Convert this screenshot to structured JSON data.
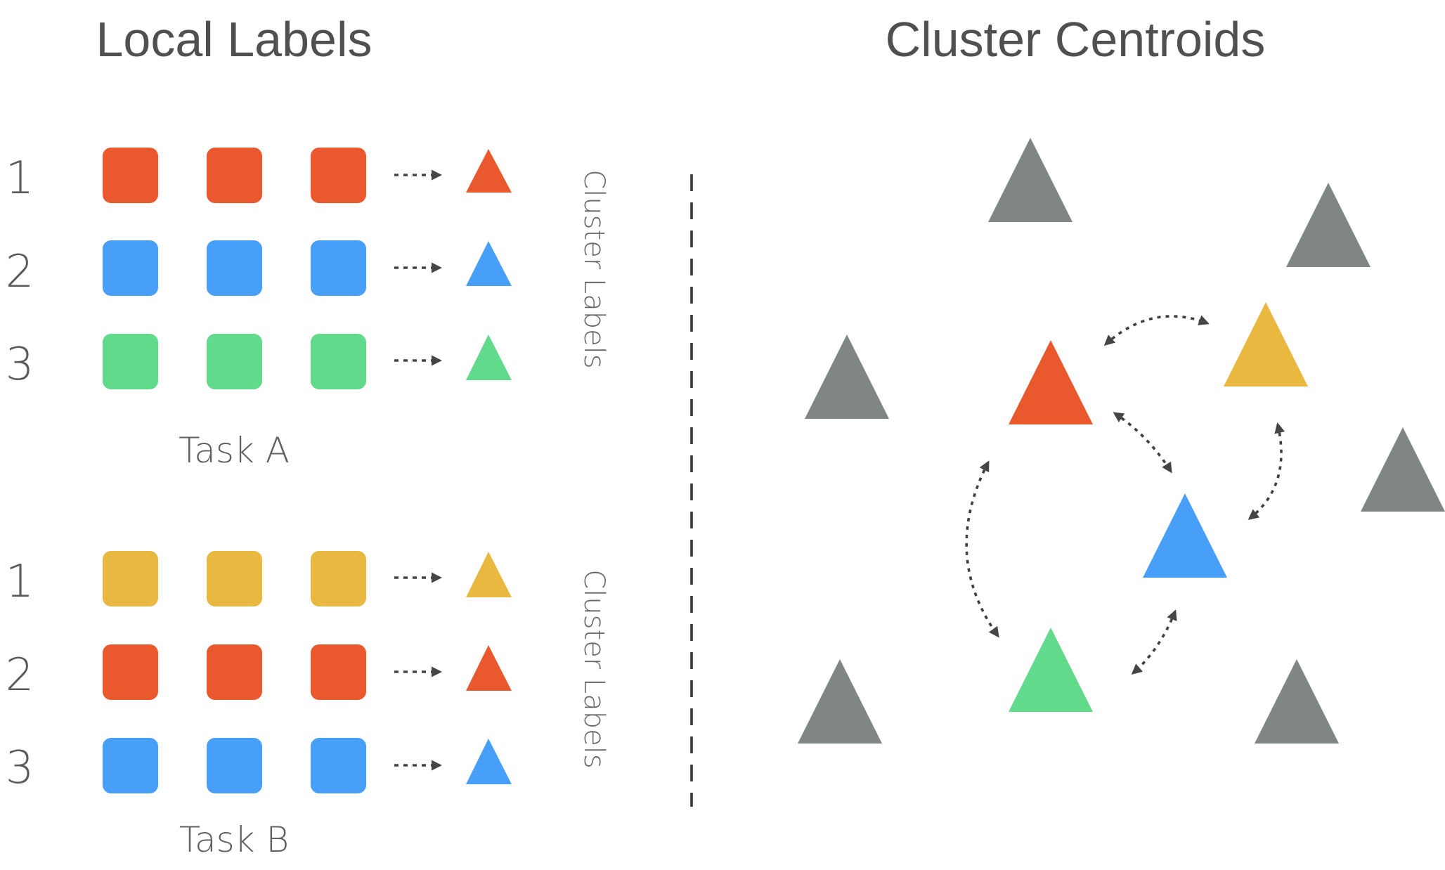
{
  "headings": {
    "local": "Local Labels",
    "cluster": "Cluster Centroids"
  },
  "colors": {
    "red": "#EA592D",
    "blue": "#479FF7",
    "green": "#62DA8C",
    "yellow": "#E8B840",
    "gray": "#808685",
    "arrow": "#454545"
  },
  "task_a": {
    "label": "Task A",
    "side_label": "Cluster Labels",
    "rows": [
      {
        "number": "1",
        "color": "red"
      },
      {
        "number": "2",
        "color": "blue"
      },
      {
        "number": "3",
        "color": "green"
      }
    ]
  },
  "task_b": {
    "label": "Task B",
    "side_label": "Cluster Labels",
    "rows": [
      {
        "number": "1",
        "color": "yellow"
      },
      {
        "number": "2",
        "color": "red"
      },
      {
        "number": "3",
        "color": "blue"
      }
    ]
  },
  "centroids": {
    "colored": [
      "red",
      "yellow",
      "blue",
      "green"
    ],
    "gray_count": 6
  }
}
